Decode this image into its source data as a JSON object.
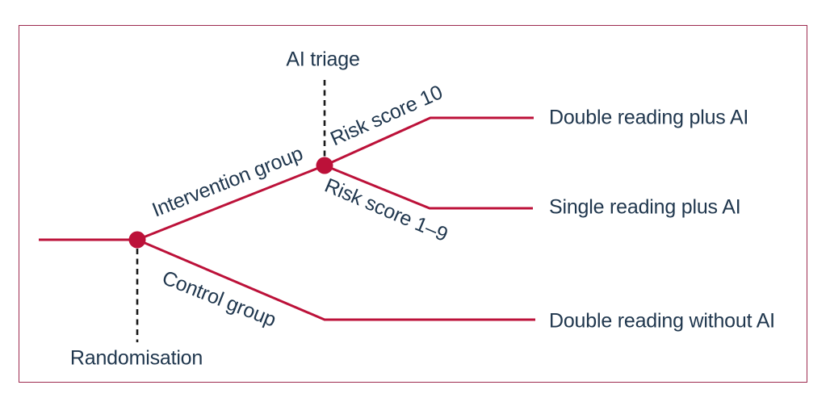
{
  "figure": {
    "type": "trial-design-tree",
    "labels": {
      "ai_triage": "AI triage",
      "randomisation": "Randomisation",
      "intervention_group": "Intervention group",
      "control_group": "Control group",
      "risk_score_10": "Risk score 10",
      "risk_score_1_9": "Risk score 1–9",
      "outcome_double_ai": "Double reading plus AI",
      "outcome_single_ai": "Single reading plus AI",
      "outcome_double_no_ai": "Double reading without AI"
    },
    "tree": {
      "root_event": "Randomisation",
      "branches": [
        {
          "label": "Intervention group",
          "event": "AI triage",
          "children": [
            {
              "label": "Risk score 10",
              "outcome": "Double reading plus AI"
            },
            {
              "label": "Risk score 1–9",
              "outcome": "Single reading plus AI"
            }
          ]
        },
        {
          "label": "Control group",
          "outcome": "Double reading without AI"
        }
      ]
    },
    "colors": {
      "accent_crimson": "#bc1139",
      "frame_border": "#9e2a4f",
      "label_text": "#20374e",
      "dashed_line": "#1a1a1a",
      "background": "#ffffff"
    }
  }
}
